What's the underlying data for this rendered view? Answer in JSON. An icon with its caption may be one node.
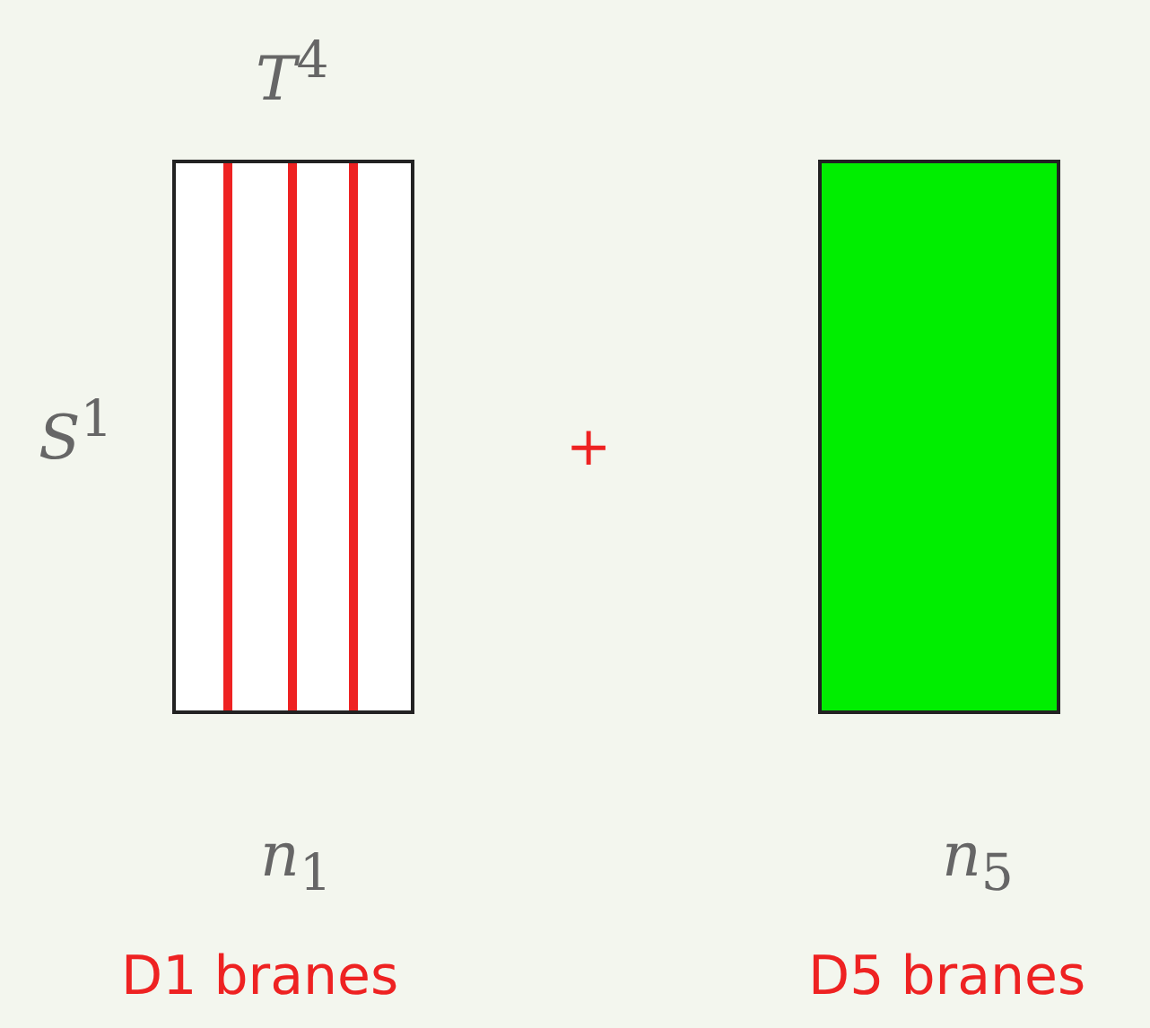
{
  "diagram": {
    "labels": [
      "*T*$^{4}$",
      "*S*$^{1}$",
      "+",
      "*n*$_{1}$",
      "*n*$_{5}$",
      "D1 branes",
      "D5 branes"
    ]
  }
}
